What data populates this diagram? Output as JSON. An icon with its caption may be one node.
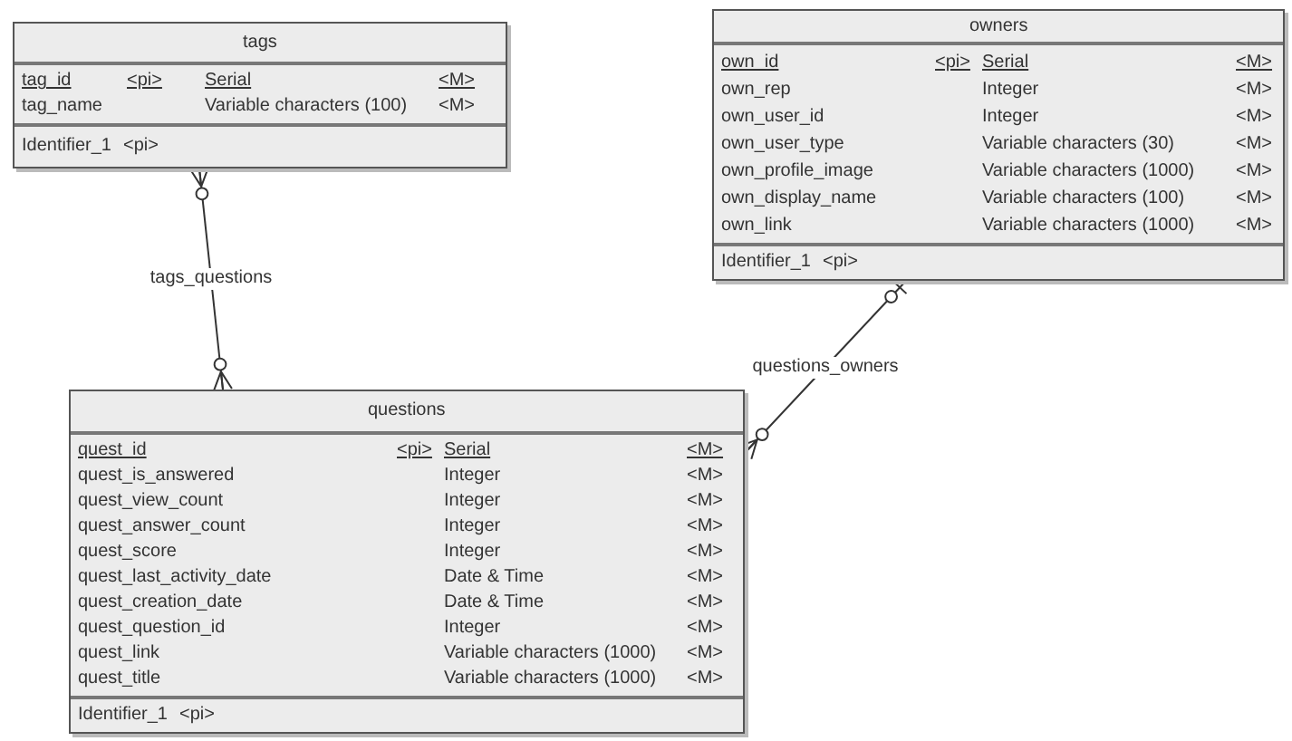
{
  "diagram": {
    "nodes": [
      {
        "text": [
          "tags",
          "tag_id",
          "<pi>",
          "Serial",
          "<M>",
          "tag_name",
          "Variable characters (100)",
          "<M>",
          "Identifier_1",
          "<pi>"
        ]
      },
      {
        "text": [
          "owners",
          "own_id",
          "<pi>",
          "Serial",
          "<M>",
          "own_rep",
          "Integer",
          "<M>",
          "own_user_id",
          "Integer",
          "<M>",
          "own_user_type",
          "Variable characters (30)",
          "<M>",
          "own_profile_image",
          "Variable characters (1000)",
          "<M>",
          "own_display_name",
          "Variable characters (100)",
          "<M>",
          "own_link",
          "Variable characters (1000)",
          "<M>",
          "Identifier_1",
          "<pi>"
        ]
      },
      {
        "text": [
          "questions",
          "quest_id",
          "<pi>",
          "Serial",
          "<M>",
          "quest_is_answered",
          "Integer",
          "<M>",
          "quest_view_count",
          "Integer",
          "<M>",
          "quest_answer_count",
          "Integer",
          "<M>",
          "quest_score",
          "Integer",
          "<M>",
          "quest_last_activity_date",
          "Date & Time",
          "<M>",
          "quest_creation_date",
          "Date & Time",
          "<M>",
          "quest_question_id",
          "Integer",
          "<M>",
          "quest_link",
          "Variable characters (1000)",
          "<M>",
          "quest_title",
          "Variable characters (1000)",
          "<M>",
          "Identifier_1",
          "<pi>"
        ]
      }
    ],
    "edges": [
      {
        "from": 0,
        "to": 2,
        "arrow": "other",
        "label": "tags_questions"
      },
      {
        "from": 2,
        "to": 1,
        "arrow": "other",
        "label": "questions_owners"
      }
    ]
  }
}
